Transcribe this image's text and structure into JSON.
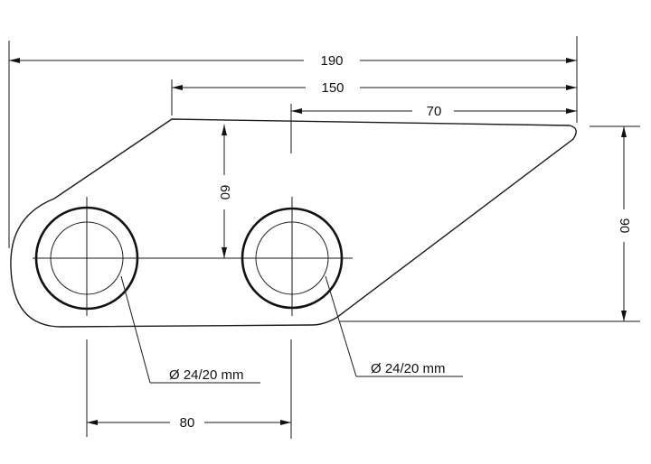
{
  "drawing": {
    "dimensions": {
      "overall_length": "190",
      "upper_length": "150",
      "top_offset": "70",
      "hole_height": "60",
      "overall_height": "90",
      "hole_spacing": "80"
    },
    "hole_callouts": {
      "left": "Ø 24/20 mm",
      "right": "Ø 24/20 mm"
    }
  }
}
